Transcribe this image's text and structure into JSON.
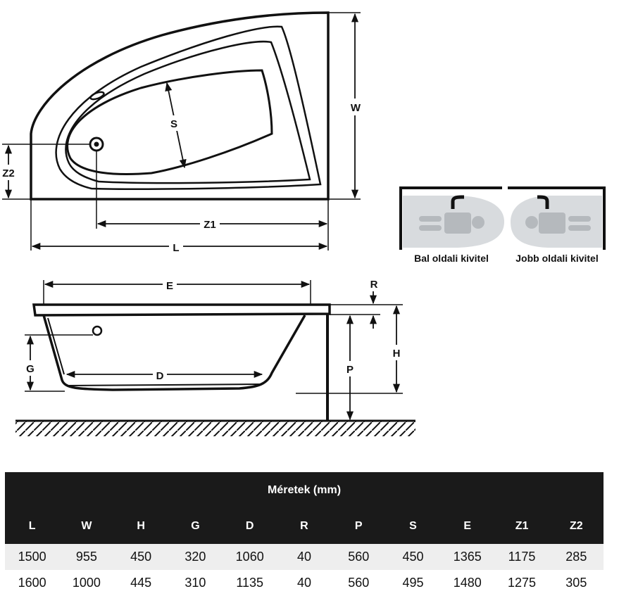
{
  "plan_labels": {
    "w": "W",
    "s": "S",
    "z2": "Z2",
    "z1": "Z1",
    "l": "L"
  },
  "side_labels": {
    "e": "E",
    "r": "R",
    "h": "H",
    "g": "G",
    "d": "D",
    "p": "P"
  },
  "variants": {
    "left": "Bal oldali kivitel",
    "right": "Jobb oldali kivitel"
  },
  "table": {
    "title": "Méretek (mm)",
    "headers": [
      "L",
      "W",
      "H",
      "G",
      "D",
      "R",
      "P",
      "S",
      "E",
      "Z1",
      "Z2"
    ],
    "rows": [
      [
        "1500",
        "955",
        "450",
        "320",
        "1060",
        "40",
        "560",
        "450",
        "1365",
        "1175",
        "285"
      ],
      [
        "1600",
        "1000",
        "445",
        "310",
        "1135",
        "40",
        "560",
        "495",
        "1480",
        "1275",
        "305"
      ]
    ]
  },
  "colors": {
    "line": "#111111",
    "header_bg": "#1a1a1a",
    "row_alt": "#eeeeee",
    "icon_gray": "#b5b9bd"
  }
}
